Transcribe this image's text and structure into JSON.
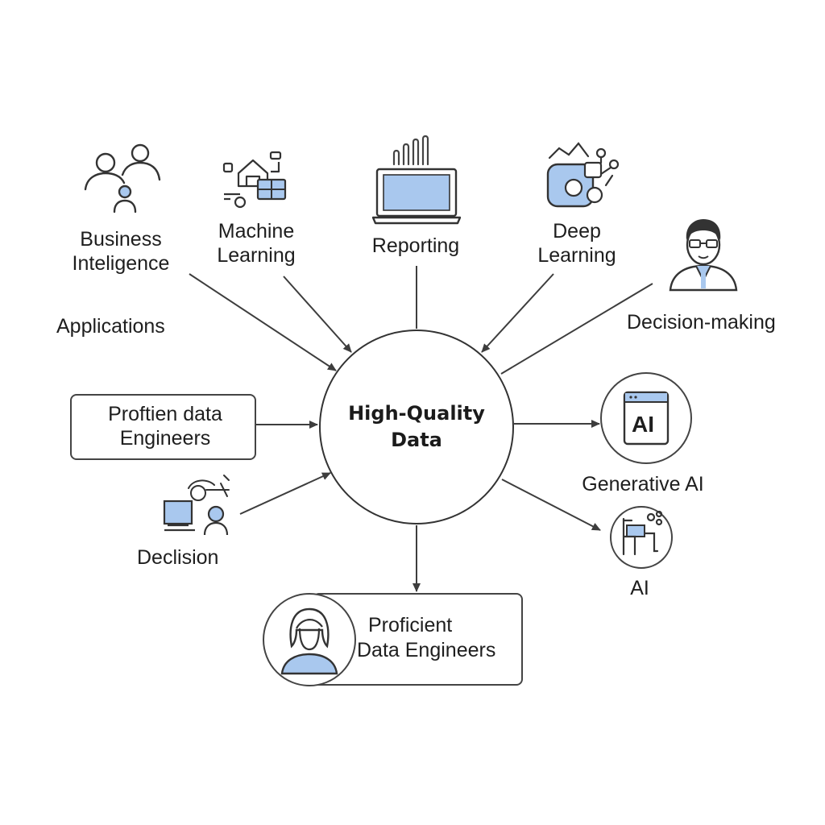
{
  "hub": {
    "line1": "High-Quality",
    "line2": "Data"
  },
  "nodes": {
    "business_intelligence": {
      "line1": "Business",
      "line2": "Inteligence",
      "icon": "people-group-icon"
    },
    "machine_learning": {
      "line1": "Machine",
      "line2": "Learning",
      "icon": "machine-learning-icon"
    },
    "reporting": {
      "label": "Reporting",
      "icon": "laptop-icon"
    },
    "deep_learning": {
      "line1": "Deep",
      "line2": "Learning",
      "icon": "neural-network-icon"
    },
    "decision_making": {
      "label": "Decision-making",
      "icon": "professional-avatar-icon"
    },
    "applications": {
      "label": "Applications"
    },
    "proftien_box": {
      "line1": "Proftien data",
      "line2": "Engineers"
    },
    "declision": {
      "label": "Declision",
      "icon": "computer-user-icon"
    },
    "generative_ai": {
      "label": "Generative AI",
      "badge": "AI",
      "icon": "ai-window-icon"
    },
    "ai": {
      "label": "AI",
      "icon": "robot-arm-icon"
    },
    "proficient_box": {
      "line1": "Proficient",
      "line2": "Data Engineers",
      "icon": "woman-avatar-icon"
    }
  },
  "colors": {
    "accent": "#a9c8ee",
    "accent_dark": "#3a6db3",
    "stroke": "#333333",
    "arrow": "#3d3d3d",
    "text": "#1e1e1e"
  }
}
